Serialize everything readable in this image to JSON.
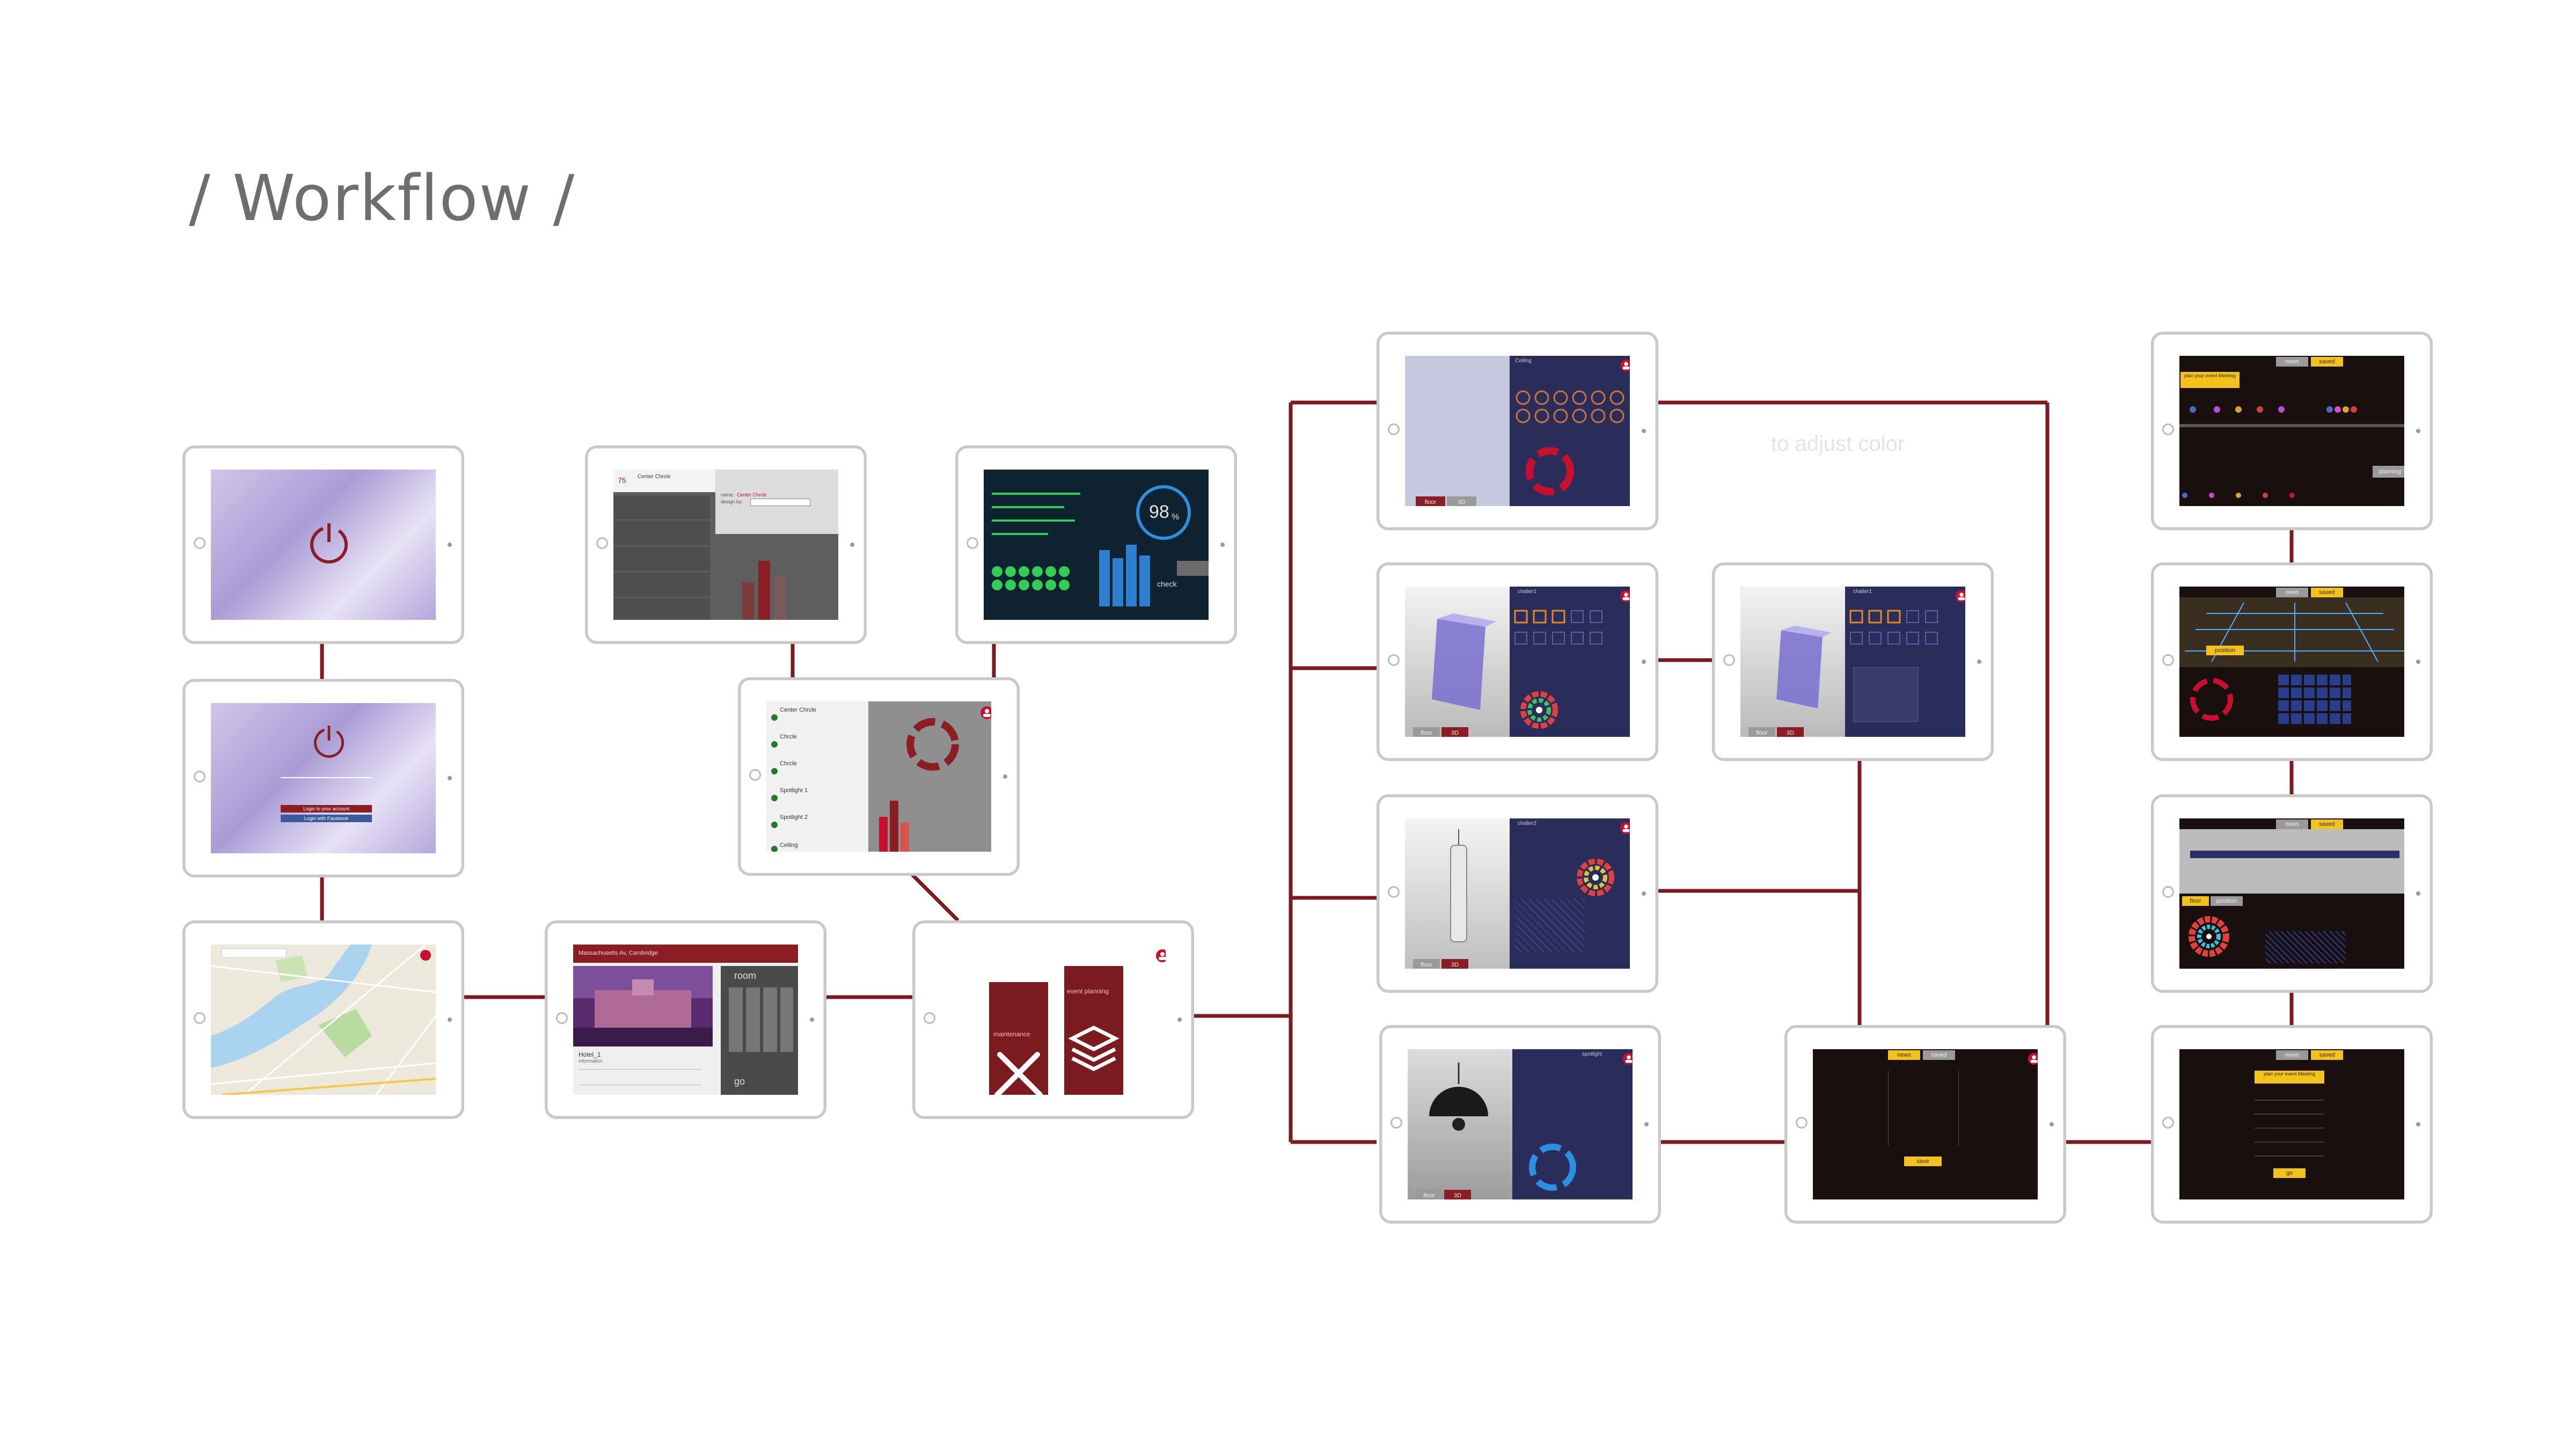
{
  "title": "/ Workflow /",
  "colors": {
    "connector": "#7b1a1f",
    "accent": "#8b1e24",
    "yellow": "#f3c21b"
  },
  "screens": {
    "login": {
      "footer": ""
    },
    "login_form": {
      "btn1": "Login to your account",
      "btn2": "Login with Facebook"
    },
    "map": {},
    "venue": {
      "header": "Massachusetts Av, Cambridge",
      "name": "Hotel_1",
      "info": "Information",
      "room": "room",
      "go": "go"
    },
    "mode": {
      "maintenance": "maintenance",
      "event_planning": "event planning"
    },
    "center_edit": {
      "badge": "75",
      "item": "Center Chrcle",
      "name_label": "name:",
      "name_value": "Center Chrcle",
      "design_label": "design by:"
    },
    "dashboard": {
      "percent": "98",
      "percent_sign": "%",
      "check": "check"
    },
    "list": {
      "items": [
        "Center Chrcle",
        "Chrcle",
        "Chrcle",
        "Spotlight 1",
        "Spotlight 2",
        "Ceiling"
      ]
    },
    "ceiling": {
      "tab": "Ceiling",
      "floor": "floor",
      "three_d": "3D"
    },
    "chalier": {
      "tab": "chalier1",
      "floor": "floor",
      "three_d": "3D"
    },
    "chalier2": {
      "tab": "chalier1",
      "floor": "floor",
      "three_d": "3D"
    },
    "tube": {
      "tab": "chalier2",
      "floor": "floor",
      "three_d": "3D"
    },
    "spotlight": {
      "tab": "spotlight",
      "floor": "floor",
      "three_d": "3D"
    },
    "save": {
      "tab1": "news",
      "tab2": "saved",
      "button": "save"
    },
    "planning": {
      "tab1": "news",
      "tab2": "saved",
      "notice": "plan your event Meeting",
      "planning": "planning"
    },
    "grid3d": {
      "tab1": "news",
      "tab2": "saved",
      "label": "position"
    },
    "bar3d": {
      "tab1": "news",
      "tab2": "saved",
      "mode1": "floor",
      "mode2": "position"
    },
    "plan_go": {
      "tab1": "news",
      "tab2": "saved",
      "notice": "plan your event Meeting",
      "go": "go"
    }
  },
  "ghost_text": {
    "adjust": "to adjust color"
  }
}
